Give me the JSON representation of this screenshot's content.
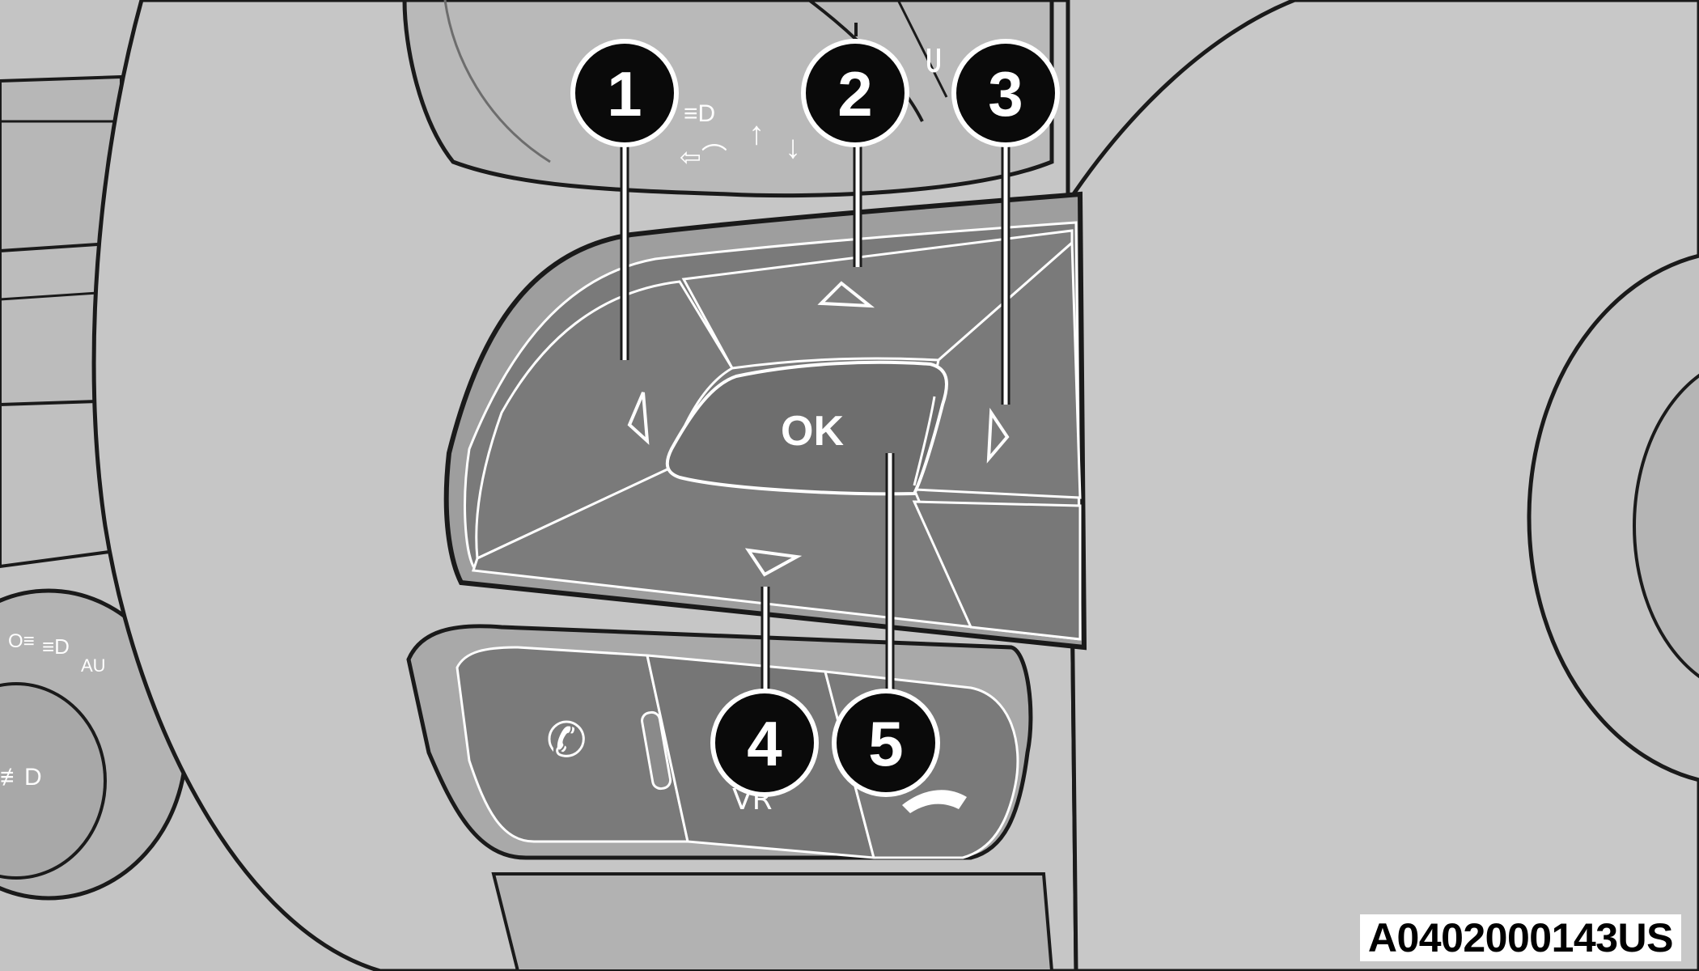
{
  "figure_code": "A0402000143US",
  "buttons": {
    "ok_label": "OK"
  },
  "callouts": [
    {
      "number": "1",
      "target": "left-arrow-button"
    },
    {
      "number": "2",
      "target": "up-arrow-button"
    },
    {
      "number": "3",
      "target": "right-arrow-button"
    },
    {
      "number": "4",
      "target": "down-arrow-button"
    },
    {
      "number": "5",
      "target": "ok-button"
    }
  ],
  "icons": {
    "left_arrow": "triangle-left-icon",
    "up_arrow": "triangle-up-icon",
    "right_arrow": "triangle-right-icon",
    "down_arrow": "triangle-down-icon",
    "phone": "phone-icon",
    "voice": "voice-command-icon",
    "hangup": "hang-up-icon",
    "headlight": "headlight-icon",
    "fog_light": "fog-light-icon"
  },
  "colors": {
    "background": "#c4c4c4",
    "pad": "#7a7a7a",
    "pad_light": "#8c8c8c",
    "outline": "#1a1a1a",
    "callout": "#0a0a0a"
  }
}
